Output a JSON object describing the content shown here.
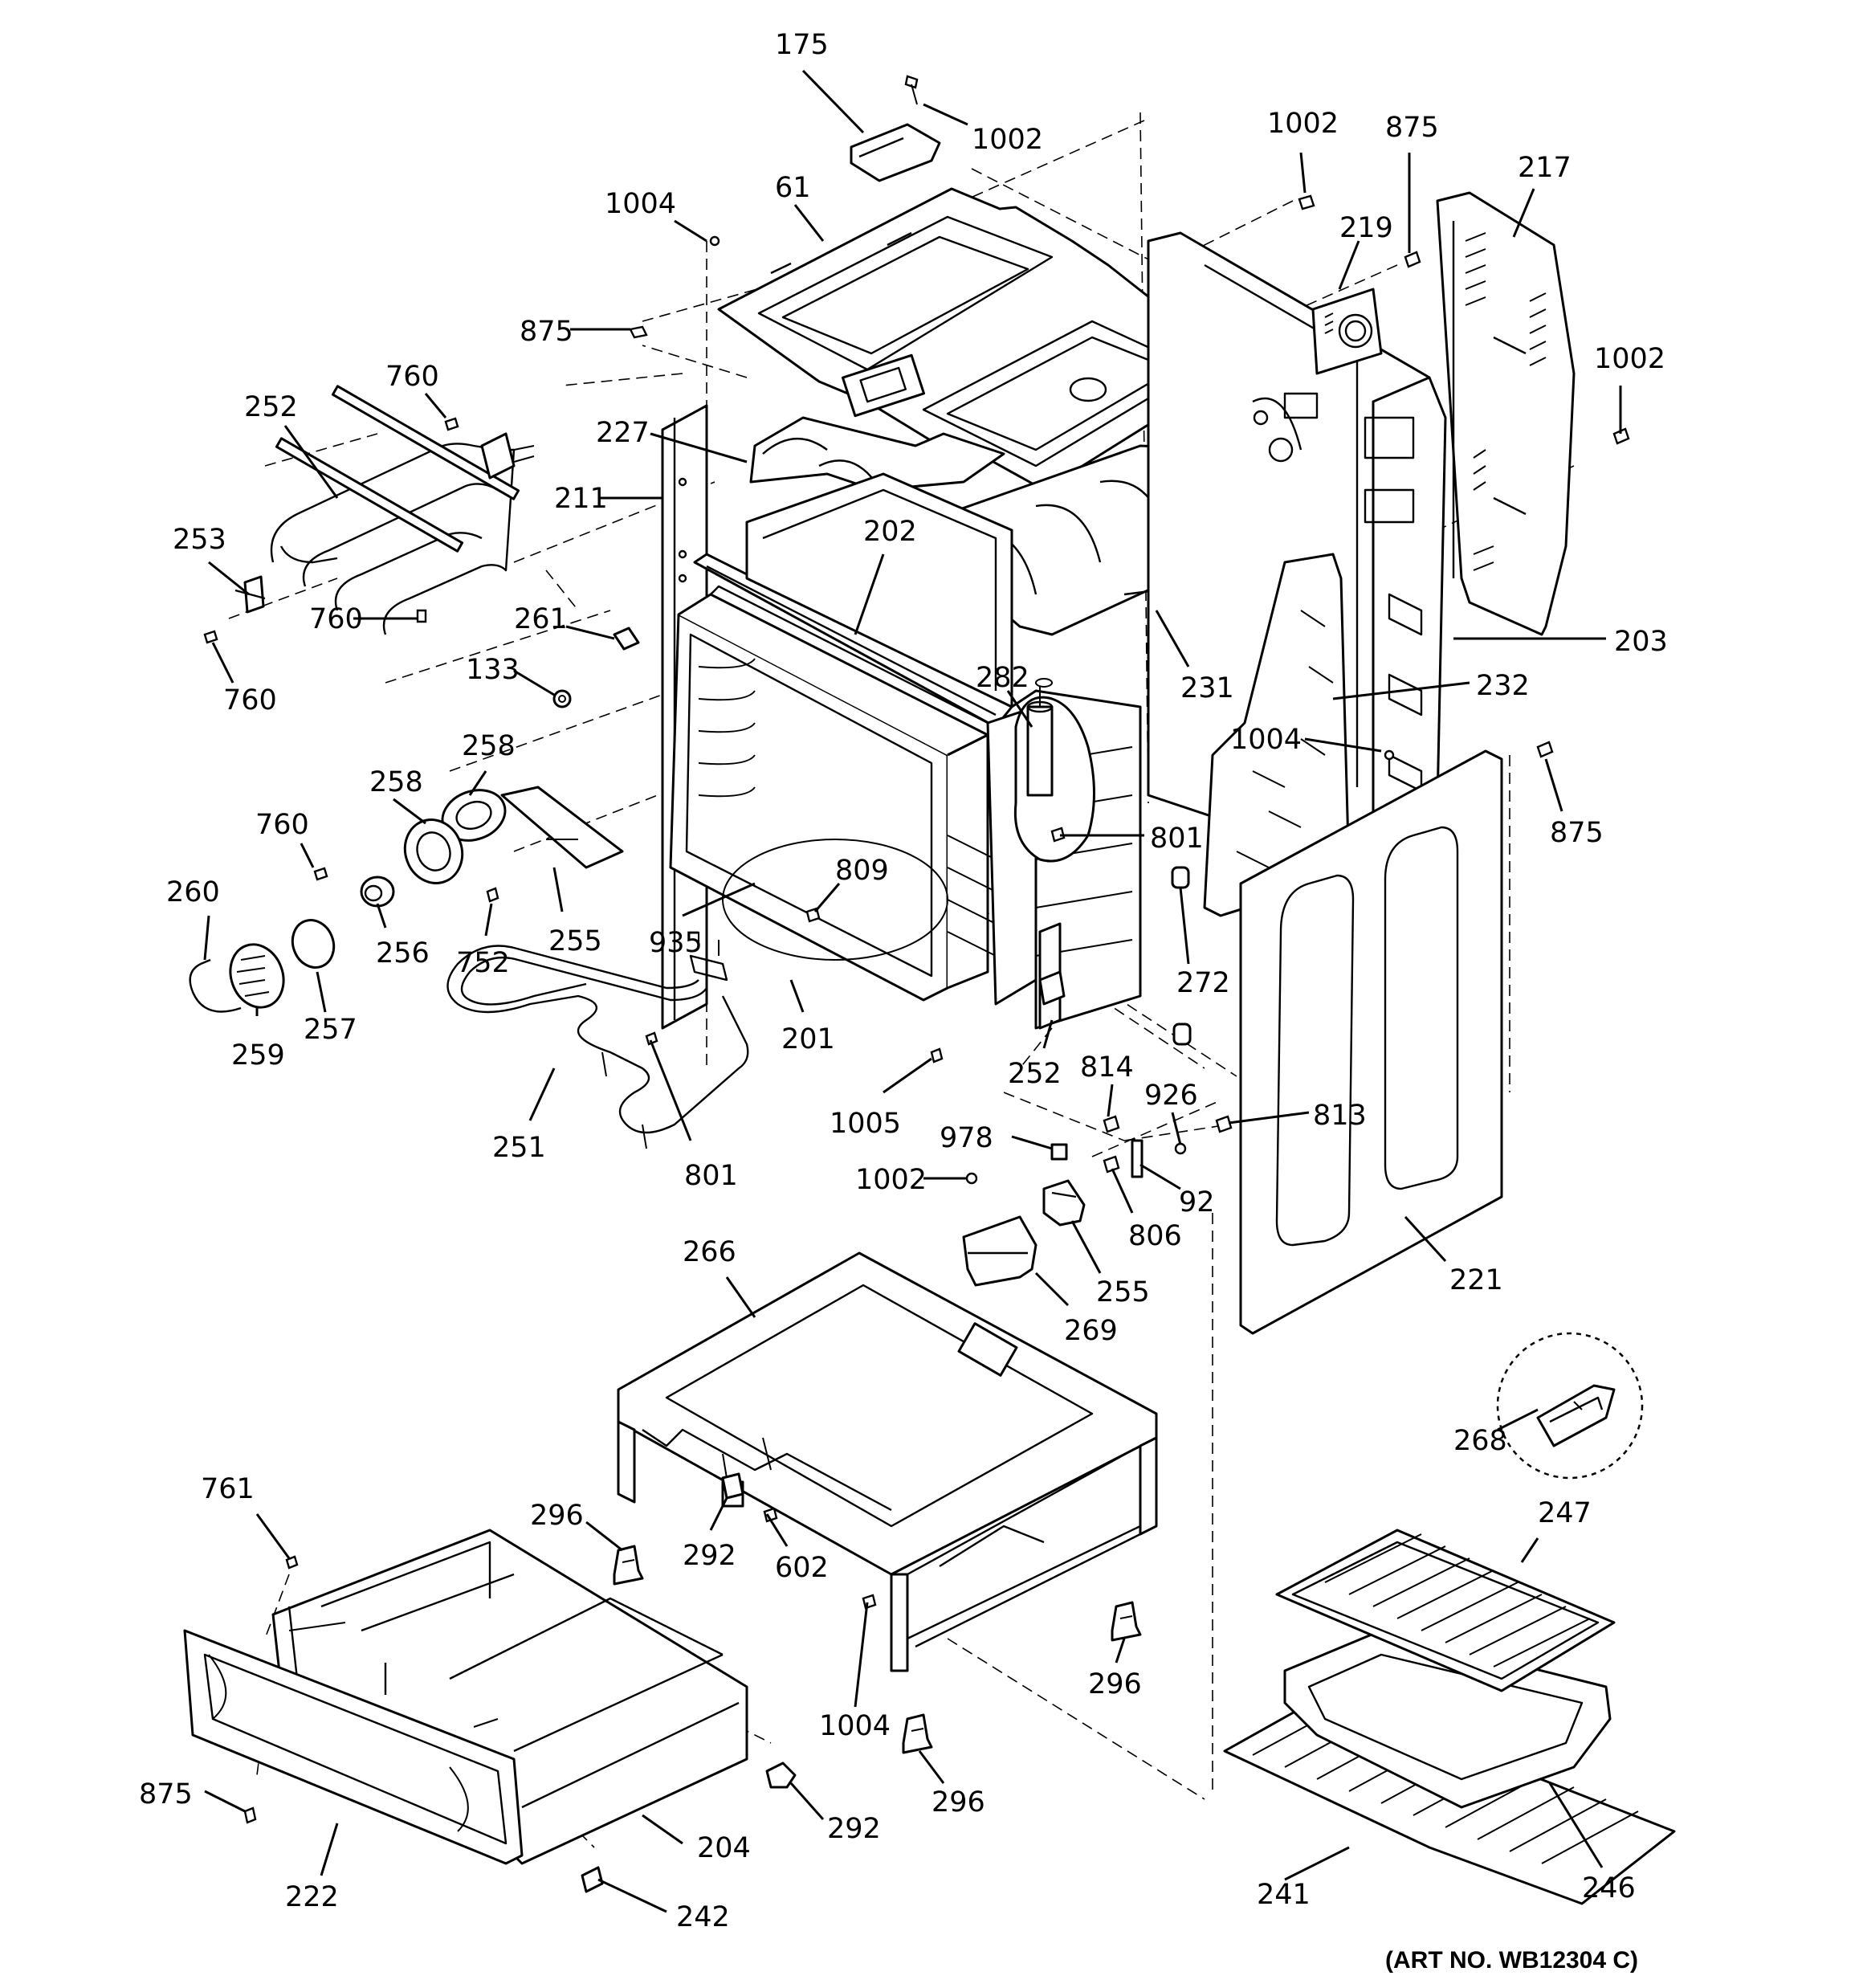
{
  "diagram": {
    "art_number": "(ART NO. WB12304 C)",
    "callouts": [
      {
        "id": "c175",
        "text": "175"
      },
      {
        "id": "c1002a",
        "text": "1002"
      },
      {
        "id": "c61",
        "text": "61"
      },
      {
        "id": "c1004a",
        "text": "1004"
      },
      {
        "id": "c1002b",
        "text": "1002"
      },
      {
        "id": "c875a",
        "text": "875"
      },
      {
        "id": "c217",
        "text": "217"
      },
      {
        "id": "c219",
        "text": "219"
      },
      {
        "id": "c1002c",
        "text": "1002"
      },
      {
        "id": "c875b",
        "text": "875"
      },
      {
        "id": "c760a",
        "text": "760"
      },
      {
        "id": "c252a",
        "text": "252"
      },
      {
        "id": "c227",
        "text": "227"
      },
      {
        "id": "c211",
        "text": "211"
      },
      {
        "id": "c253",
        "text": "253"
      },
      {
        "id": "c202",
        "text": "202"
      },
      {
        "id": "c760b",
        "text": "760"
      },
      {
        "id": "c261",
        "text": "261"
      },
      {
        "id": "c203",
        "text": "203"
      },
      {
        "id": "c760c",
        "text": "760"
      },
      {
        "id": "c133",
        "text": "133"
      },
      {
        "id": "c231",
        "text": "231"
      },
      {
        "id": "c282",
        "text": "282"
      },
      {
        "id": "c232",
        "text": "232"
      },
      {
        "id": "c258a",
        "text": "258"
      },
      {
        "id": "c1004b",
        "text": "1004"
      },
      {
        "id": "c258b",
        "text": "258"
      },
      {
        "id": "c875c",
        "text": "875"
      },
      {
        "id": "c760d",
        "text": "760"
      },
      {
        "id": "c801a",
        "text": "801"
      },
      {
        "id": "c260",
        "text": "260"
      },
      {
        "id": "c809",
        "text": "809"
      },
      {
        "id": "c255a",
        "text": "255"
      },
      {
        "id": "c935",
        "text": "935"
      },
      {
        "id": "c256",
        "text": "256"
      },
      {
        "id": "c752",
        "text": "752"
      },
      {
        "id": "c272",
        "text": "272"
      },
      {
        "id": "c257",
        "text": "257"
      },
      {
        "id": "c259",
        "text": "259"
      },
      {
        "id": "c201",
        "text": "201"
      },
      {
        "id": "c814",
        "text": "814"
      },
      {
        "id": "c252b",
        "text": "252"
      },
      {
        "id": "c926",
        "text": "926"
      },
      {
        "id": "c1005",
        "text": "1005"
      },
      {
        "id": "c813",
        "text": "813"
      },
      {
        "id": "c978",
        "text": "978"
      },
      {
        "id": "c251",
        "text": "251"
      },
      {
        "id": "c801b",
        "text": "801"
      },
      {
        "id": "c1002d",
        "text": "1002"
      },
      {
        "id": "c92",
        "text": "92"
      },
      {
        "id": "c806",
        "text": "806"
      },
      {
        "id": "c266",
        "text": "266"
      },
      {
        "id": "c255b",
        "text": "255"
      },
      {
        "id": "c221",
        "text": "221"
      },
      {
        "id": "c269",
        "text": "269"
      },
      {
        "id": "c268",
        "text": "268"
      },
      {
        "id": "c761",
        "text": "761"
      },
      {
        "id": "c296a",
        "text": "296"
      },
      {
        "id": "c292a",
        "text": "292"
      },
      {
        "id": "c602",
        "text": "602"
      },
      {
        "id": "c247",
        "text": "247"
      },
      {
        "id": "c296b",
        "text": "296"
      },
      {
        "id": "c1004c",
        "text": "1004"
      },
      {
        "id": "c296c",
        "text": "296"
      },
      {
        "id": "c875d",
        "text": "875"
      },
      {
        "id": "c292b",
        "text": "292"
      },
      {
        "id": "c204",
        "text": "204"
      },
      {
        "id": "c222",
        "text": "222"
      },
      {
        "id": "c242",
        "text": "242"
      },
      {
        "id": "c241",
        "text": "241"
      },
      {
        "id": "c246",
        "text": "246"
      }
    ]
  }
}
